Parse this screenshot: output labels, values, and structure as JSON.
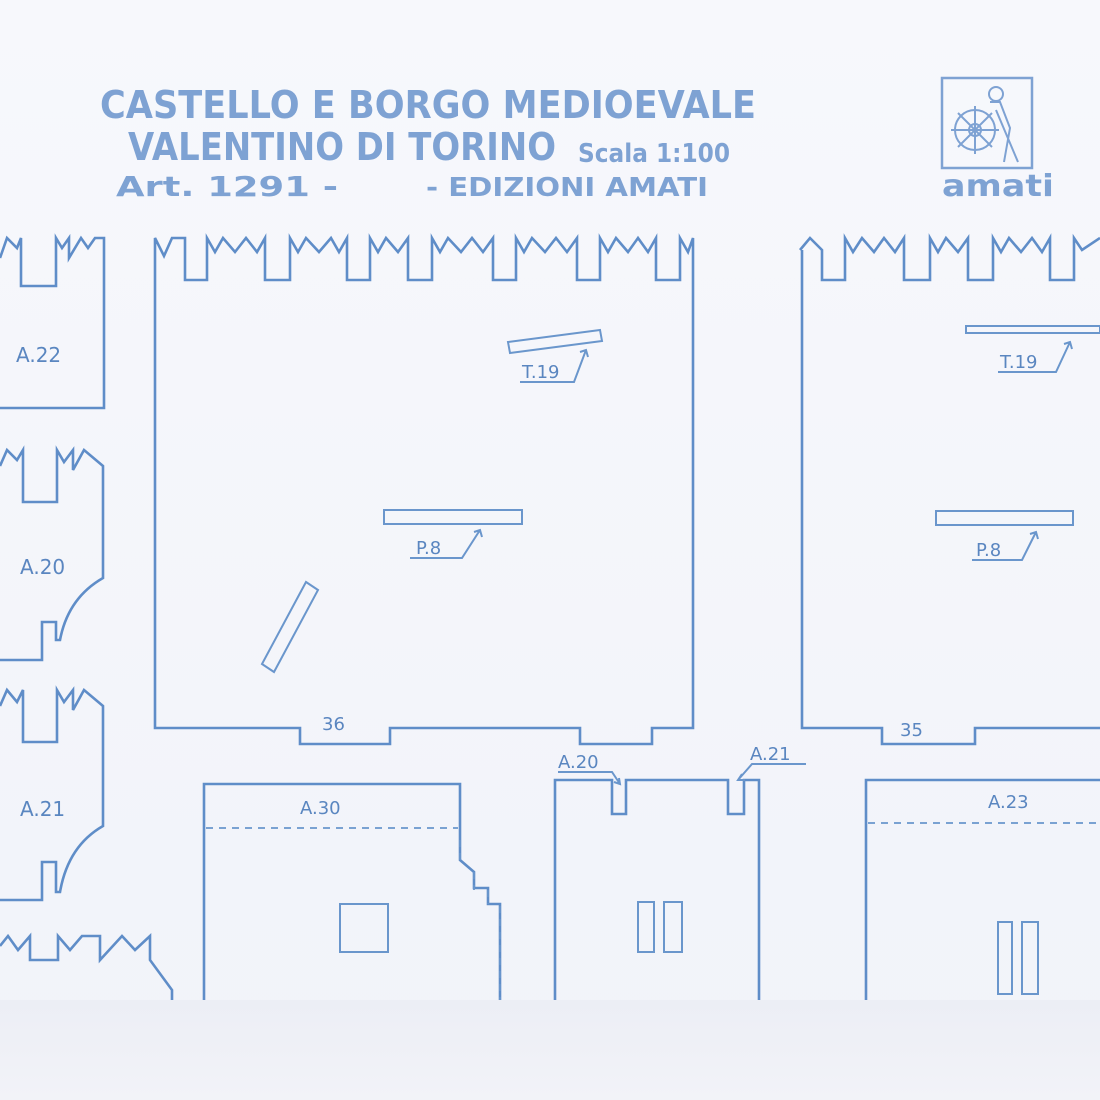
{
  "header": {
    "line1": "CASTELLO E BORGO MEDIOEVALE",
    "line2": "VALENTINO DI TORINO",
    "scale": "Scala 1:100",
    "article": "Art. 1291 -",
    "publisher": "- EDIZIONI AMATI",
    "logo_text": "amati"
  },
  "parts": {
    "a22": "A.22",
    "a20_left": "A.20",
    "a21_left": "A.21",
    "t19_left": "T.19",
    "p8_left": "P.8",
    "n36": "36",
    "t19_right": "T.19",
    "p8_right": "P.8",
    "n35": "35",
    "a30": "A.30",
    "a20_mid": "A.20",
    "a21_mid": "A.21",
    "a23": "A.23"
  },
  "colors": {
    "ink": "#5f8dc8",
    "title_ink": "#7ea2d3",
    "paper": "#f4f6fb"
  }
}
